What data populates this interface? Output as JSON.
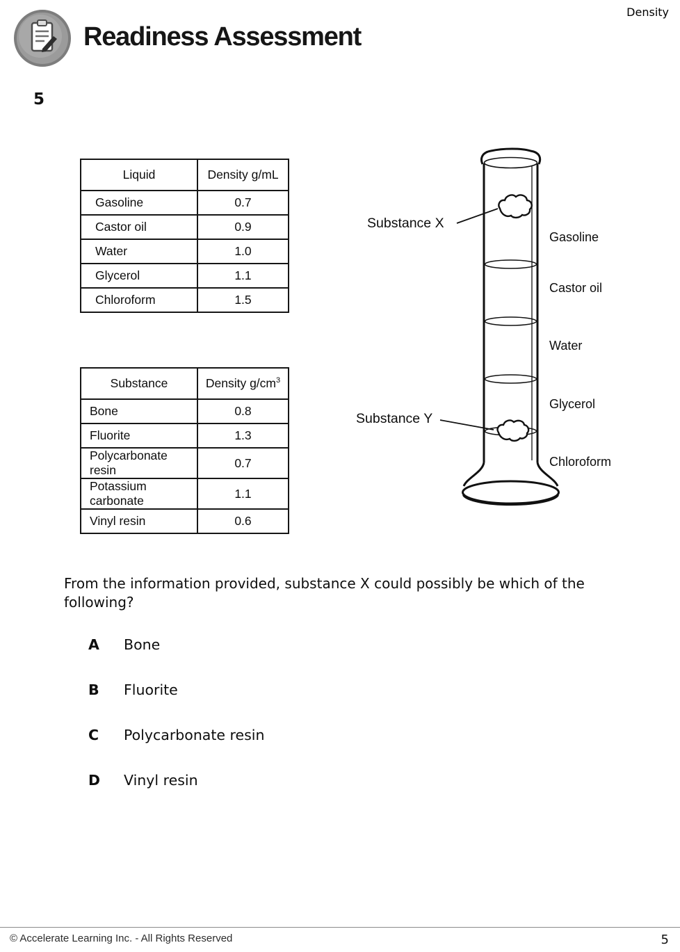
{
  "page": {
    "corner_label": "Density",
    "title": "Readiness Assessment",
    "question_number": "5",
    "footer": {
      "copyright": "© Accelerate Learning Inc. - All Rights Reserved",
      "page_number": "5"
    }
  },
  "liquid_table": {
    "headers": [
      "Liquid",
      "Density g/mL"
    ],
    "rows": [
      {
        "name": "Gasoline",
        "value": "0.7"
      },
      {
        "name": "Castor oil",
        "value": "0.9"
      },
      {
        "name": "Water",
        "value": "1.0"
      },
      {
        "name": "Glycerol",
        "value": "1.1"
      },
      {
        "name": "Chloroform",
        "value": "1.5"
      }
    ]
  },
  "substance_table": {
    "headers": [
      "Substance",
      "Density g/cm"
    ],
    "header_superscript": "3",
    "rows": [
      {
        "name": "Bone",
        "value": "0.8"
      },
      {
        "name": "Fluorite",
        "value": "1.3"
      },
      {
        "name": "Polycarbonate resin",
        "value": "0.7"
      },
      {
        "name": "Potassium carbonate",
        "value": "1.1"
      },
      {
        "name": "Vinyl resin",
        "value": "0.6"
      }
    ]
  },
  "diagram": {
    "substance_x_label": "Substance X",
    "substance_y_label": "Substance Y",
    "layers": [
      "Gasoline",
      "Castor oil",
      "Water",
      "Glycerol",
      "Chloroform"
    ]
  },
  "question": {
    "text": "From the information provided, substance X could possibly be which of the following?",
    "options": [
      {
        "letter": "A",
        "text": "Bone"
      },
      {
        "letter": "B",
        "text": "Fluorite"
      },
      {
        "letter": "C",
        "text": "Polycarbonate resin"
      },
      {
        "letter": "D",
        "text": "Vinyl resin"
      }
    ]
  }
}
